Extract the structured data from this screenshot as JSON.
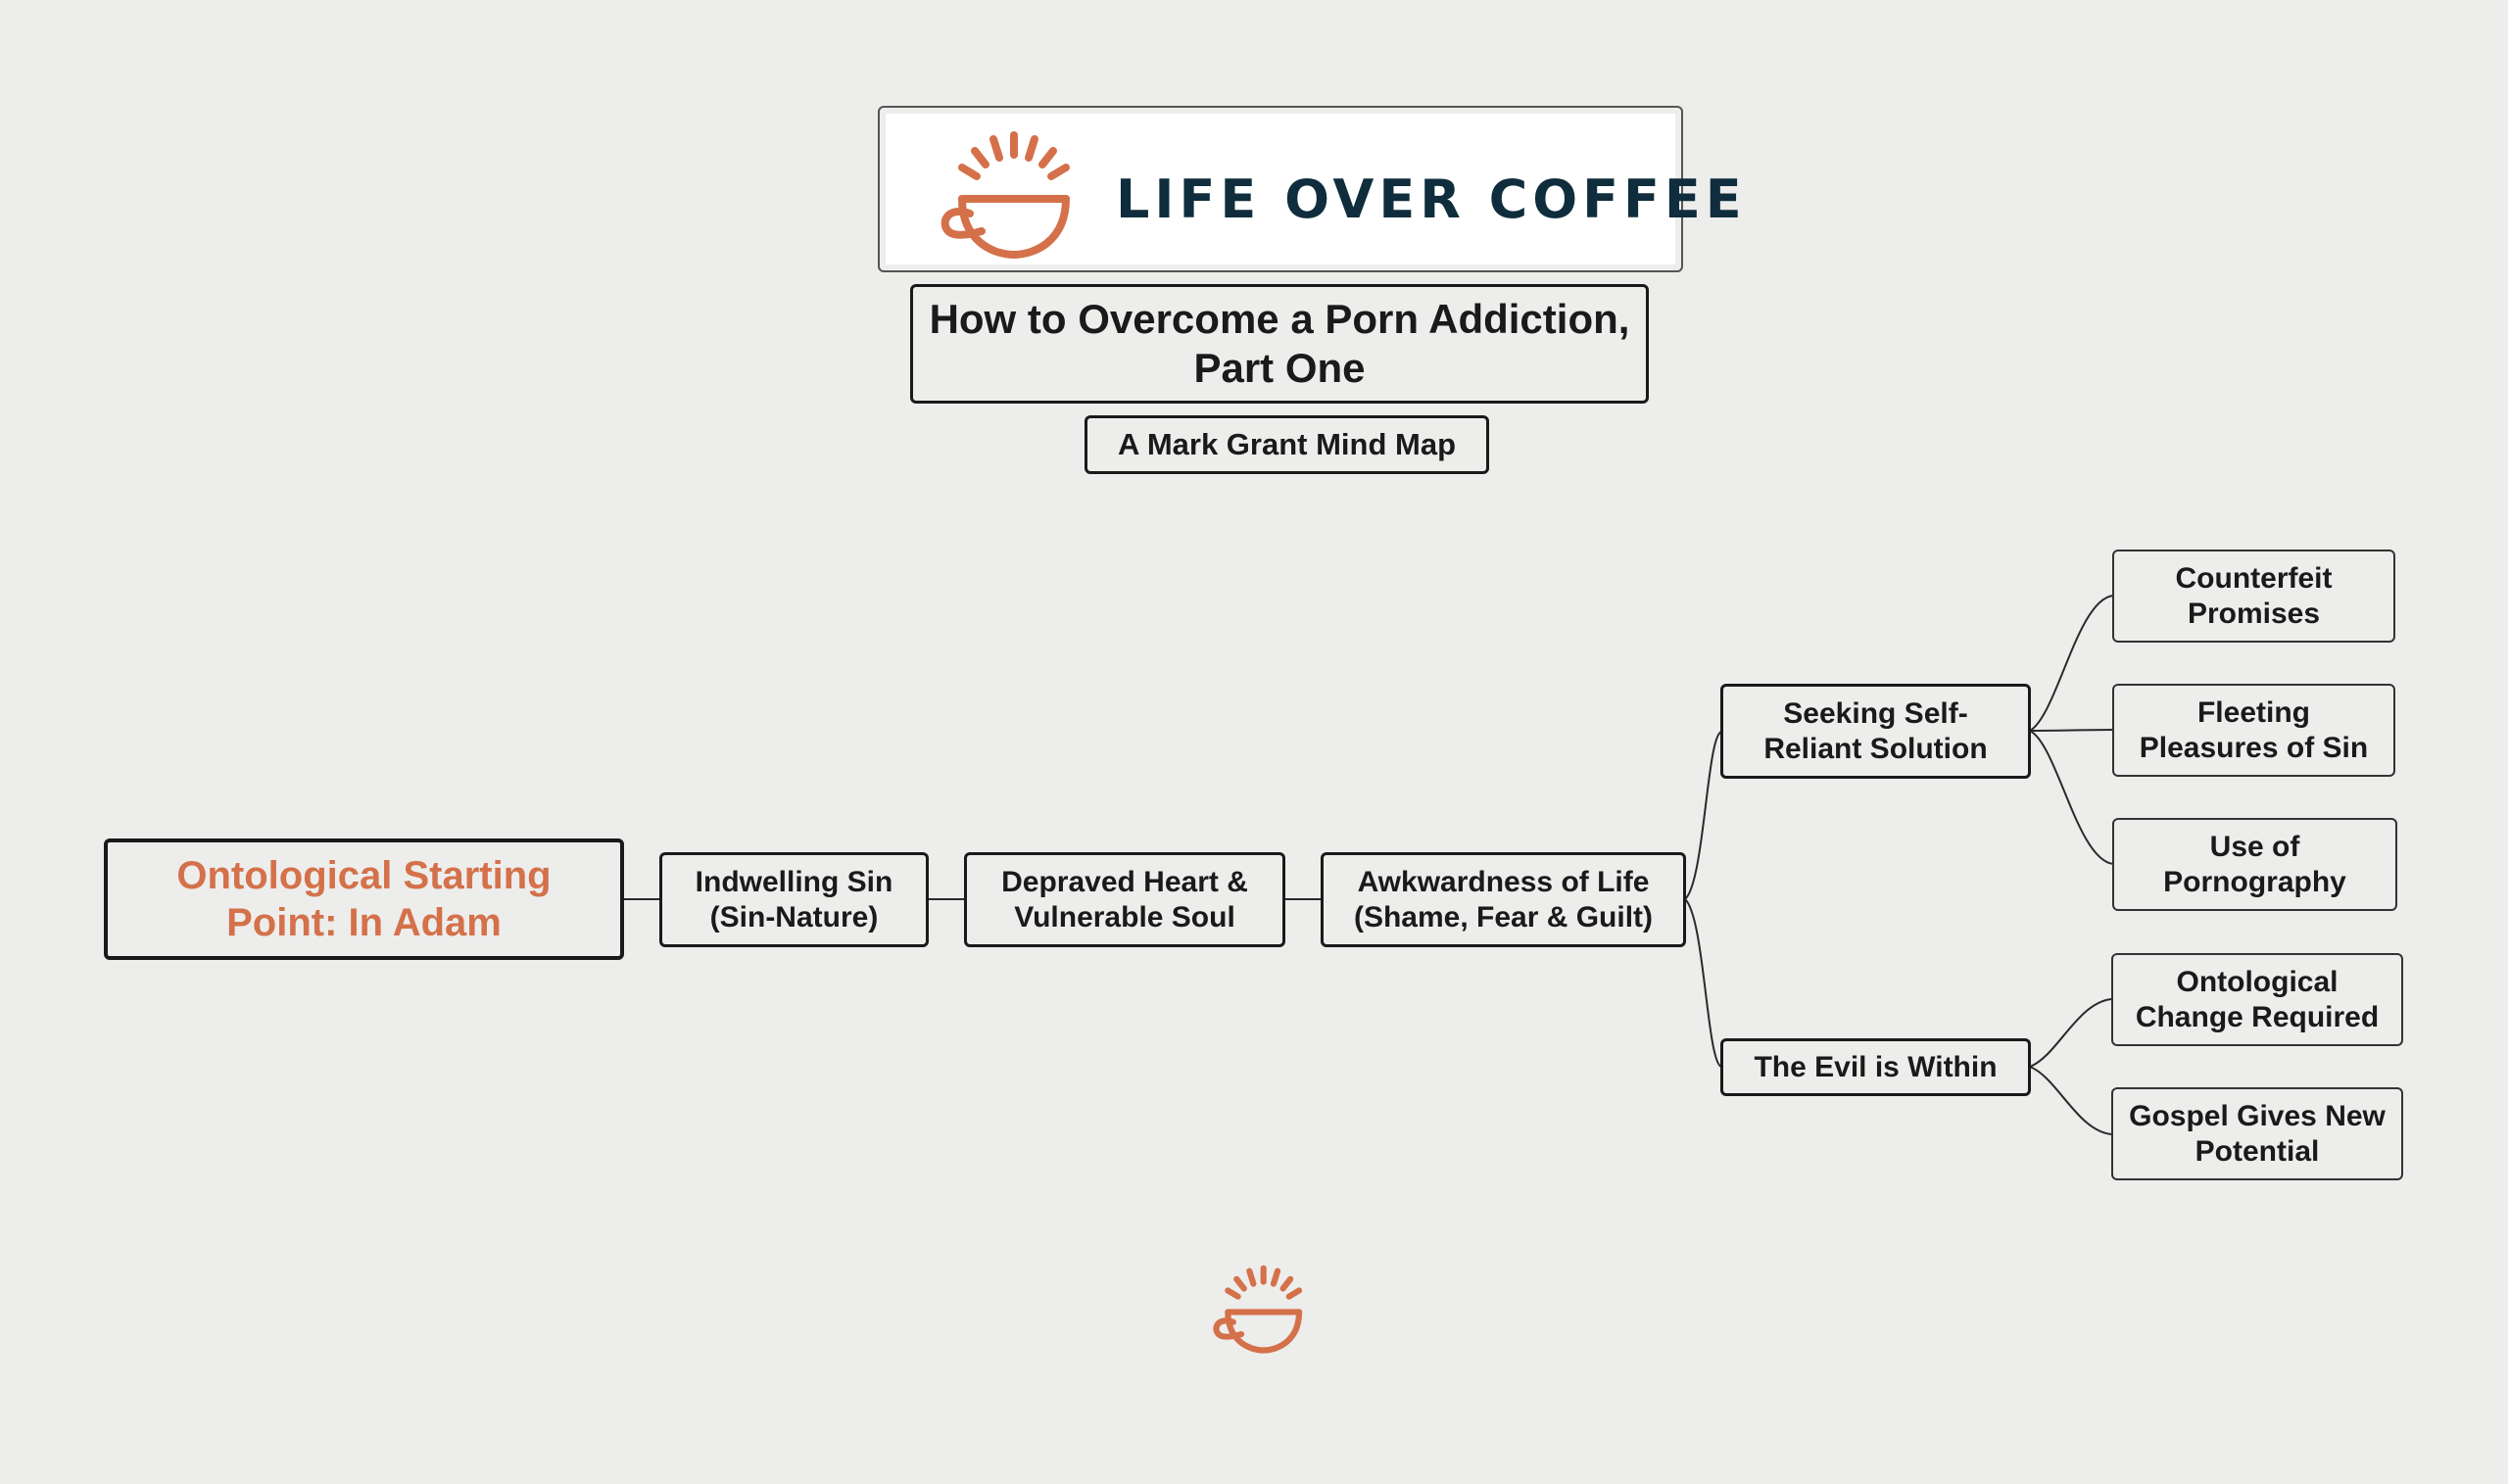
{
  "header": {
    "logo_text": "LIFE OVER COFFEE",
    "title": "How to Overcome a Porn Addiction, Part One",
    "subtitle": "A Mark Grant Mind Map"
  },
  "map": {
    "root": "Ontological Starting Point: In Adam",
    "chain": [
      "Indwelling Sin (Sin-Nature)",
      "Depraved Heart & Vulnerable Soul",
      "Awkwardness of Life (Shame, Fear & Guilt)"
    ],
    "branches": [
      {
        "label": "Seeking Self-Reliant Solution",
        "children": [
          "Counterfeit Promises",
          "Fleeting Pleasures of Sin",
          "Use of Pornography"
        ]
      },
      {
        "label": "The Evil is Within",
        "children": [
          "Ontological Change Required",
          "Gospel Gives New Potential"
        ]
      }
    ]
  },
  "colors": {
    "background": "#ededec",
    "accent": "#d4714a",
    "logo_text": "#0f2d3c",
    "border": "#1a1a1a"
  },
  "icons": [
    "coffee-cup-sunrise-icon"
  ]
}
